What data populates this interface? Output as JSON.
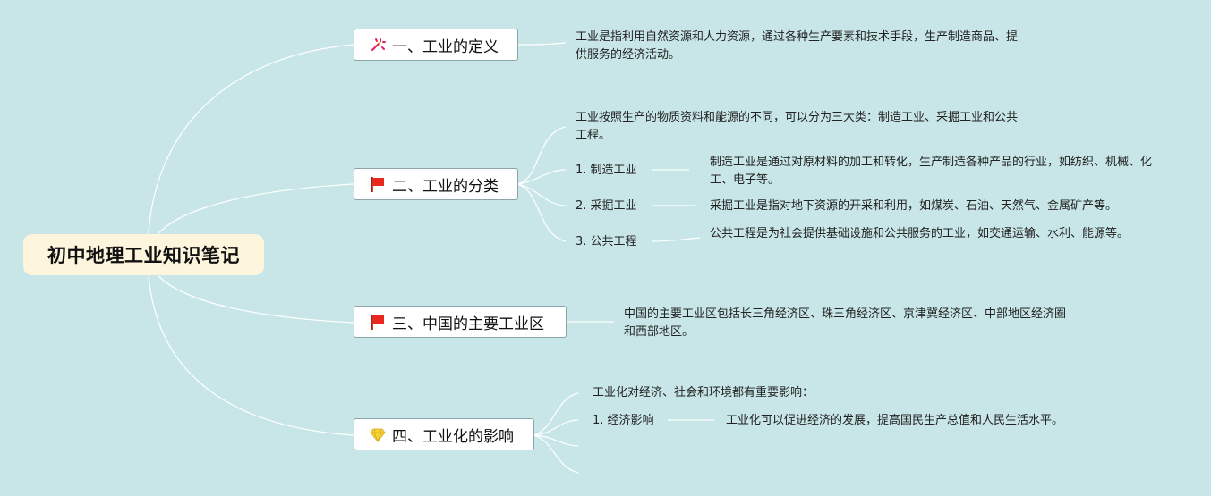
{
  "root": {
    "title": "初中地理工业知识笔记"
  },
  "branches": [
    {
      "label": "一、工业的定义",
      "icon": "sparkle-icon",
      "text": "工业是指利用自然资源和人力资源，通过各种生产要素和技术手段，生产制造商品、提供服务的经济活动。"
    },
    {
      "label": "二、工业的分类",
      "icon": "red-flag-icon",
      "intro": "工业按照生产的物质资料和能源的不同，可以分为三大类：制造工业、采掘工业和公共工程。",
      "items": [
        {
          "label": "1. 制造工业",
          "text": "制造工业是通过对原材料的加工和转化，生产制造各种产品的行业，如纺织、机械、化工、电子等。"
        },
        {
          "label": "2. 采掘工业",
          "text": "采掘工业是指对地下资源的开采和利用，如煤炭、石油、天然气、金属矿产等。"
        },
        {
          "label": "3. 公共工程",
          "text": "公共工程是为社会提供基础设施和公共服务的工业，如交通运输、水利、能源等。"
        }
      ]
    },
    {
      "label": "三、中国的主要工业区",
      "icon": "red-flag-icon",
      "text": "中国的主要工业区包括长三角经济区、珠三角经济区、京津冀经济区、中部地区经济圈和西部地区。"
    },
    {
      "label": "四、工业化的影响",
      "icon": "diamond-icon",
      "intro": "工业化对经济、社会和环境都有重要影响：",
      "items": [
        {
          "label": "1. 经济影响",
          "text": "工业化可以促进经济的发展，提高国民生产总值和人民生活水平。"
        }
      ]
    }
  ],
  "colors": {
    "background": "#c8e6e7",
    "root_fill": "#fdf5dc",
    "connector": "#ffffff",
    "flag": "#e8281c",
    "sparkle": "#e0245e",
    "diamond": "#f3d23a"
  }
}
